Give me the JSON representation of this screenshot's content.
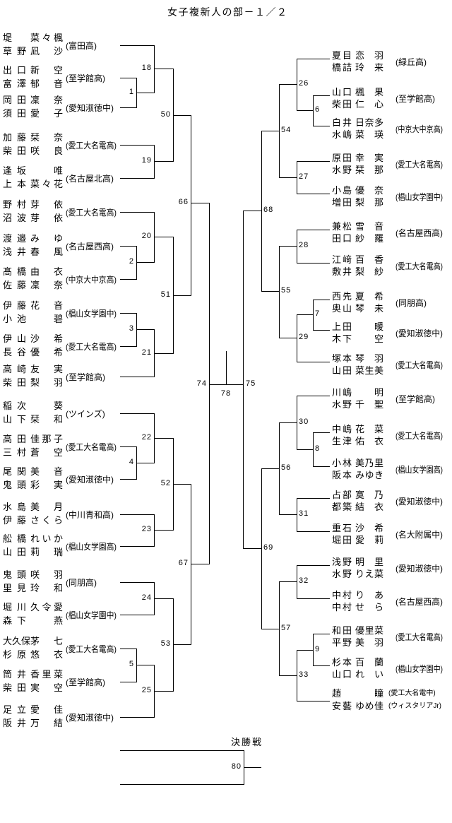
{
  "title": "女子複新人の部－１／２",
  "final": {
    "label": "決勝戦",
    "match_no": "80"
  },
  "semis": {
    "left_no": "74",
    "right_no": "75",
    "bottom_no": "78"
  },
  "left_teams": [
    {
      "p1": "堤 菜々楓",
      "p2": "草野 凪沙",
      "school": "(富田高)"
    },
    {
      "p1": "出口 新空",
      "p2": "富澤 郁音",
      "school": "(至学館高)"
    },
    {
      "p1": "岡田 凜奈",
      "p2": "須田 愛子",
      "school": "(愛知淑徳中)"
    },
    {
      "p1": "加藤 栞奈",
      "p2": "柴田 咲良",
      "school": "(愛工大名電高)"
    },
    {
      "p1": "逢坂 唯",
      "p2": "上本 菜々花",
      "school": "(名古屋北高)"
    },
    {
      "p1": "野村 芽依",
      "p2": "沼波 芽依",
      "school": "(愛工大名電高)"
    },
    {
      "p1": "渡邉 みゆ",
      "p2": "浅井 春風",
      "school": "(名古屋西高)"
    },
    {
      "p1": "髙橋 由衣",
      "p2": "佐藤 凜奈",
      "school": "(中京大中京高)"
    },
    {
      "p1": "伊藤 花音",
      "p2": "小池 碧",
      "school": "(椙山女学園中)"
    },
    {
      "p1": "伊山 沙希",
      "p2": "長谷 優希",
      "school": "(愛工大名電高)"
    },
    {
      "p1": "高崎 友実",
      "p2": "柴田 梨羽",
      "school": "(至学館高)"
    },
    {
      "p1": "稲次 葵",
      "p2": "山下 栞和",
      "school": "(ツインズ)"
    },
    {
      "p1": "高田 佳那子",
      "p2": "三村 蒼空",
      "school": "(愛工大名電高)"
    },
    {
      "p1": "尾関 美音",
      "p2": "鬼頭 彩実",
      "school": "(愛知淑徳中)"
    },
    {
      "p1": "水島 美月",
      "p2": "伊藤 さくら",
      "school": "(中川青和高)"
    },
    {
      "p1": "舩橋 れいか",
      "p2": "山田 莉瑞",
      "school": "(椙山女学園高)"
    },
    {
      "p1": "鬼頭 咲羽",
      "p2": "里見 玲和",
      "school": "(同朋高)"
    },
    {
      "p1": "堀川 久令愛",
      "p2": "森下 燕",
      "school": "(椙山女学園中)"
    },
    {
      "p1": "大久保 茅七",
      "p2": "杉原 悠衣",
      "school": "(愛工大名電高)"
    },
    {
      "p1": "筒井 香里菜",
      "p2": "柴田 実空",
      "school": "(至学館高)"
    },
    {
      "p1": "足立 愛佳",
      "p2": "阪井 万結",
      "school": "(愛知淑徳中)"
    }
  ],
  "right_teams": [
    {
      "p1": "夏目 恋羽",
      "p2": "橋詰 玲来",
      "school": "(緑丘高)"
    },
    {
      "p1": "山口 楓果",
      "p2": "柴田 仁心",
      "school": "(至学館高)"
    },
    {
      "p1": "白井 日奈多",
      "p2": "水嶋 菜瑛",
      "school": "(中京大中京高)"
    },
    {
      "p1": "原田 幸実",
      "p2": "水野 栞那",
      "school": "(愛工大名電高)"
    },
    {
      "p1": "小島 優奈",
      "p2": "増田 梨那",
      "school": "(椙山女学園中)"
    },
    {
      "p1": "兼松 雪音",
      "p2": "田口 紗羅",
      "school": "(名古屋西高)"
    },
    {
      "p1": "江﨑 百香",
      "p2": "敷井 梨紗",
      "school": "(愛工大名電高)"
    },
    {
      "p1": "西先 夏希",
      "p2": "奥山 琴未",
      "school": "(同朋高)"
    },
    {
      "p1": "上田 暖",
      "p2": "木下 空",
      "school": "(愛知淑徳中)"
    },
    {
      "p1": "塚本 琴羽",
      "p2": "山田 菜生美",
      "school": "(愛工大名電高)"
    },
    {
      "p1": "川嶋 明",
      "p2": "水野 千聖",
      "school": "(至学館高)"
    },
    {
      "p1": "中嶋 花菜",
      "p2": "生津 佑衣",
      "school": "(愛工大名電高)"
    },
    {
      "p1": "小林 美乃里",
      "p2": "阪本 みゆき",
      "school": "(椙山女学園高)"
    },
    {
      "p1": "占部 寞乃",
      "p2": "都築 結衣",
      "school": "(愛知淑徳中)"
    },
    {
      "p1": "重石 沙希",
      "p2": "堀田 愛莉",
      "school": "(名大附属中)"
    },
    {
      "p1": "浅野 明里",
      "p2": "水野 りえ菜",
      "school": "(愛知淑徳中)"
    },
    {
      "p1": "中村 りあ",
      "p2": "中村 せら",
      "school": "(名古屋西高)"
    },
    {
      "p1": "和田 優里菜",
      "p2": "平野 美羽",
      "school": "(愛工大名電高)"
    },
    {
      "p1": "杉本 百蘭",
      "p2": "山口 れい",
      "school": "(椙山女学園中)"
    },
    {
      "p1": "趙 瞳",
      "p2": "安藝 ゆめ佳",
      "school1": "(愛工大名電中)",
      "school2": "(ウィスタリアJr)"
    }
  ],
  "matches_left": [
    "1",
    "2",
    "3",
    "4",
    "5",
    "18",
    "19",
    "20",
    "21",
    "22",
    "23",
    "24",
    "25",
    "50",
    "51",
    "52",
    "53",
    "66",
    "67"
  ],
  "matches_right": [
    "6",
    "7",
    "8",
    "9",
    "26",
    "27",
    "28",
    "29",
    "30",
    "31",
    "32",
    "33",
    "54",
    "55",
    "56",
    "57",
    "68",
    "69"
  ]
}
